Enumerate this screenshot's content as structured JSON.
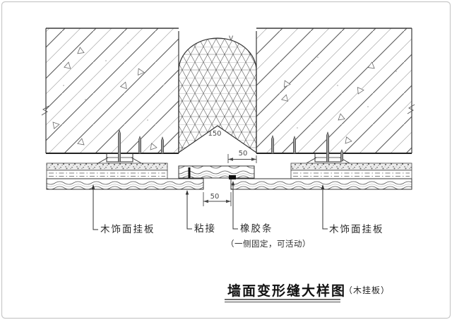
{
  "page": {
    "background": "#ffffff",
    "border_color": "#c9c9c9"
  },
  "drawing": {
    "marker_v": "V",
    "dimensions": {
      "filler_width": "150",
      "cover_overlap": "50",
      "joint_gap": "50"
    },
    "labels": {
      "left_panel": "木饰面挂板",
      "adhesive": "粘接",
      "rubber_strip": "橡胶条",
      "rubber_note": "（一侧固定，可活动）",
      "right_panel": "木饰面挂板"
    },
    "title": {
      "text": "墙面变形缝大样图",
      "suffix": "（木挂板）"
    },
    "colors": {
      "line": "#3a3a3a",
      "hatch_light": "#a6a6a6",
      "pin_fill": "#9a9a9a",
      "rubber": "#111111"
    }
  }
}
